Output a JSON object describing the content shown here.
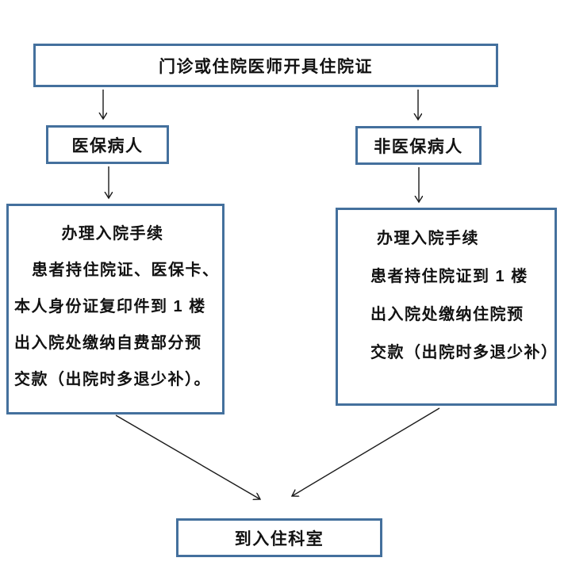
{
  "flowchart": {
    "nodes": {
      "issue_certificate": {
        "label": "门诊或住院医师开具住院证"
      },
      "medicare_patient": {
        "label": "医保病人"
      },
      "non_medicare_patient": {
        "label": "非医保病人"
      },
      "medicare_process": {
        "line1": "办理入院手续",
        "line2": "患者持住院证、医保卡、",
        "line3": "本人身份证复印件到 1 楼",
        "line4": "出入院处缴纳自费部分预",
        "line5": "交款（出院时多退少补）。"
      },
      "non_medicare_process": {
        "line1": "办理入院手续",
        "line2": "患者持住院证到 1 楼",
        "line3": "出入院处缴纳住院预",
        "line4": "交款（出院时多退少补）"
      },
      "admission_department": {
        "label": "到入住科室"
      }
    },
    "colors": {
      "box_border": "#44709d",
      "arrow": "#1a1a1a",
      "text": "#121212",
      "background": "#ffffff"
    }
  }
}
